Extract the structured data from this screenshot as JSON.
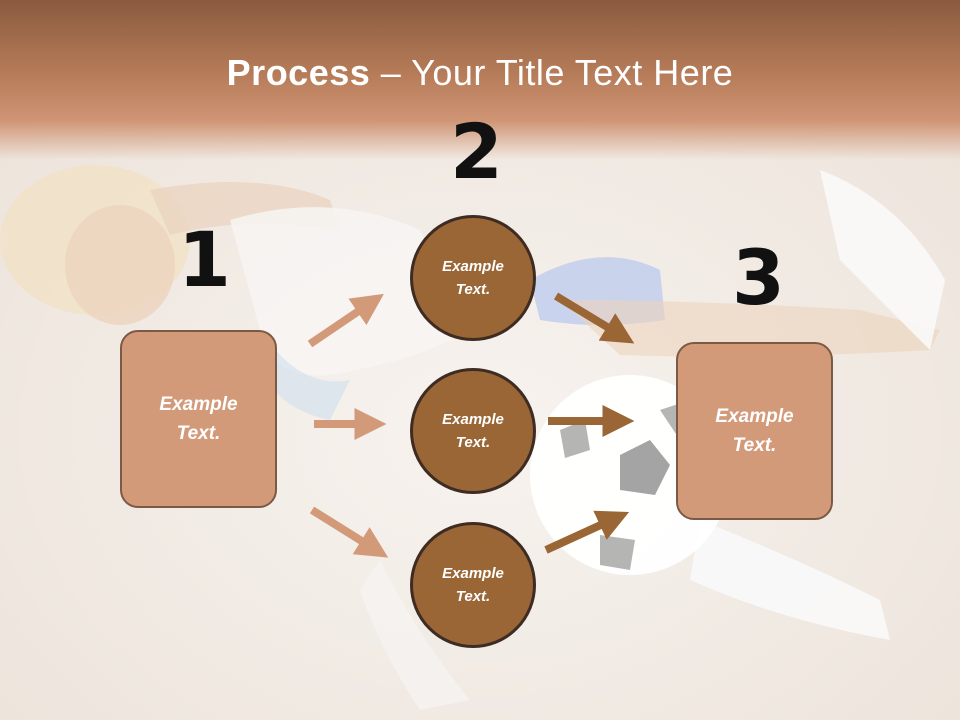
{
  "slide": {
    "title_bold": "Process",
    "title_rest": " – Your Title Text Here"
  },
  "steps": {
    "step1_number": "1",
    "step2_number": "2",
    "step3_number": "3"
  },
  "boxes": {
    "left_text_line1": "Example",
    "left_text_line2": "Text.",
    "right_text_line1": "Example",
    "right_text_line2": "Text."
  },
  "circles": [
    {
      "line1": "Example",
      "line2": "Text."
    },
    {
      "line1": "Example",
      "line2": "Text."
    },
    {
      "line1": "Example",
      "line2": "Text."
    }
  ],
  "colors": {
    "title_band": "#b57b58",
    "box_fill": "#d39a7a",
    "circle_fill": "#9a6636",
    "arrow_light": "#d39a7a",
    "arrow_dark": "#9a6636"
  },
  "icons": {
    "background": "soccer-player-photo"
  }
}
